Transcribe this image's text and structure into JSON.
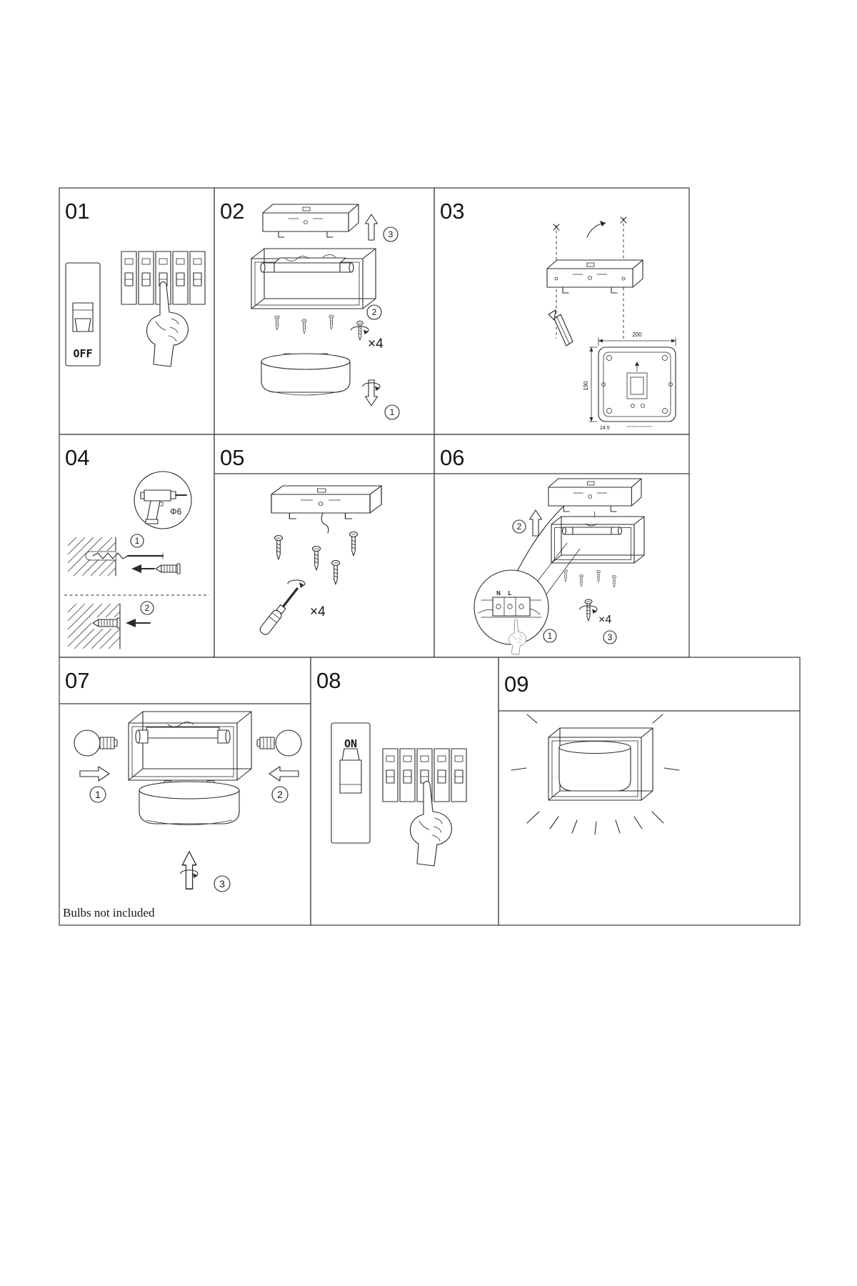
{
  "panels": {
    "p01": {
      "number": "01",
      "switch_label": "OFF"
    },
    "p02": {
      "number": "02",
      "qty": "×4",
      "step1": "1",
      "step2": "2",
      "step3": "3"
    },
    "p03": {
      "number": "03",
      "dim_top": "200",
      "dim_left": "190",
      "dim_small": "24.5"
    },
    "p04": {
      "number": "04",
      "drill_dia": "Φ6",
      "step1": "1",
      "step2": "2"
    },
    "p05": {
      "number": "05",
      "qty": "×4"
    },
    "p06": {
      "number": "06",
      "qty": "×4",
      "step1": "1",
      "step2": "2",
      "step3": "3",
      "term_n": "N",
      "term_l": "L"
    },
    "p07": {
      "number": "07",
      "step1": "1",
      "step2": "2",
      "step3": "3",
      "note": "Bulbs not included"
    },
    "p08": {
      "number": "08",
      "switch_label": "ON"
    },
    "p09": {
      "number": "09"
    }
  },
  "icons": {
    "hand": "pointing-hand-icon",
    "screw": "screw-icon",
    "screwdriver": "screwdriver-icon",
    "drill": "drill-icon",
    "pencil": "pencil-icon",
    "bulb": "bulb-icon",
    "arrow": "direction-arrow-icon",
    "twist": "rotate-arrow-icon"
  }
}
